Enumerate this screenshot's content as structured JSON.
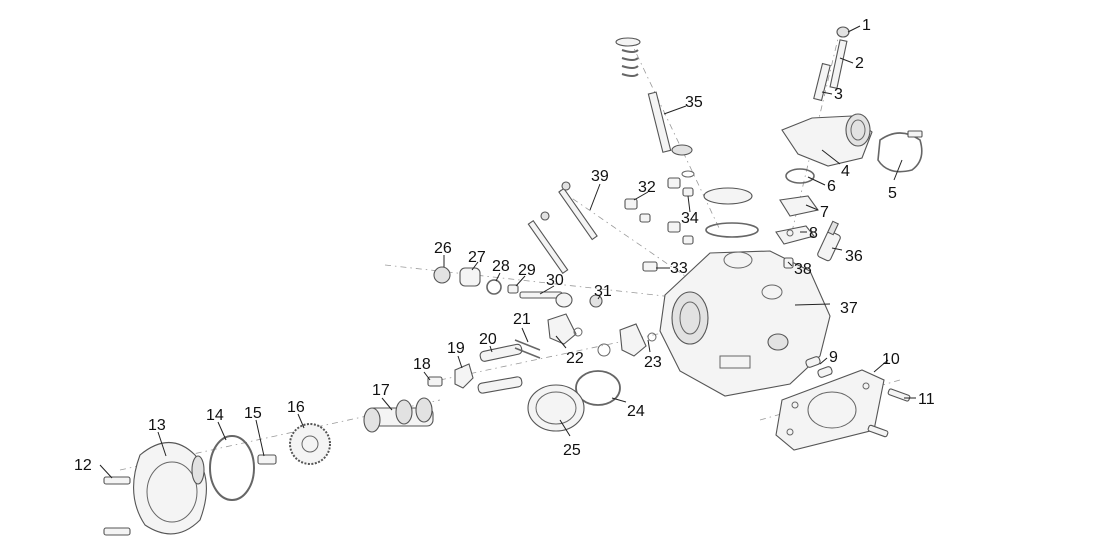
{
  "callouts": [
    {
      "id": "1",
      "label": "1"
    },
    {
      "id": "2",
      "label": "2"
    },
    {
      "id": "3",
      "label": "3"
    },
    {
      "id": "4",
      "label": "4"
    },
    {
      "id": "5",
      "label": "5"
    },
    {
      "id": "6",
      "label": "6"
    },
    {
      "id": "7",
      "label": "7"
    },
    {
      "id": "8",
      "label": "8"
    },
    {
      "id": "9",
      "label": "9"
    },
    {
      "id": "10",
      "label": "10"
    },
    {
      "id": "11",
      "label": "11"
    },
    {
      "id": "12",
      "label": "12"
    },
    {
      "id": "13",
      "label": "13"
    },
    {
      "id": "14",
      "label": "14"
    },
    {
      "id": "15",
      "label": "15"
    },
    {
      "id": "16",
      "label": "16"
    },
    {
      "id": "17",
      "label": "17"
    },
    {
      "id": "18",
      "label": "18"
    },
    {
      "id": "19",
      "label": "19"
    },
    {
      "id": "20",
      "label": "20"
    },
    {
      "id": "21",
      "label": "21"
    },
    {
      "id": "22",
      "label": "22"
    },
    {
      "id": "23",
      "label": "23"
    },
    {
      "id": "24",
      "label": "24"
    },
    {
      "id": "25",
      "label": "25"
    },
    {
      "id": "26",
      "label": "26"
    },
    {
      "id": "27",
      "label": "27"
    },
    {
      "id": "28",
      "label": "28"
    },
    {
      "id": "29",
      "label": "29"
    },
    {
      "id": "30",
      "label": "30"
    },
    {
      "id": "31",
      "label": "31"
    },
    {
      "id": "32",
      "label": "32"
    },
    {
      "id": "33",
      "label": "33"
    },
    {
      "id": "34",
      "label": "34"
    },
    {
      "id": "35",
      "label": "35"
    },
    {
      "id": "36",
      "label": "36"
    },
    {
      "id": "37",
      "label": "37"
    },
    {
      "id": "38",
      "label": "38"
    },
    {
      "id": "39",
      "label": "39"
    }
  ],
  "colors": {
    "line": "#555555",
    "fill": "#f4f4f4",
    "text": "#111111",
    "background": "#ffffff"
  }
}
